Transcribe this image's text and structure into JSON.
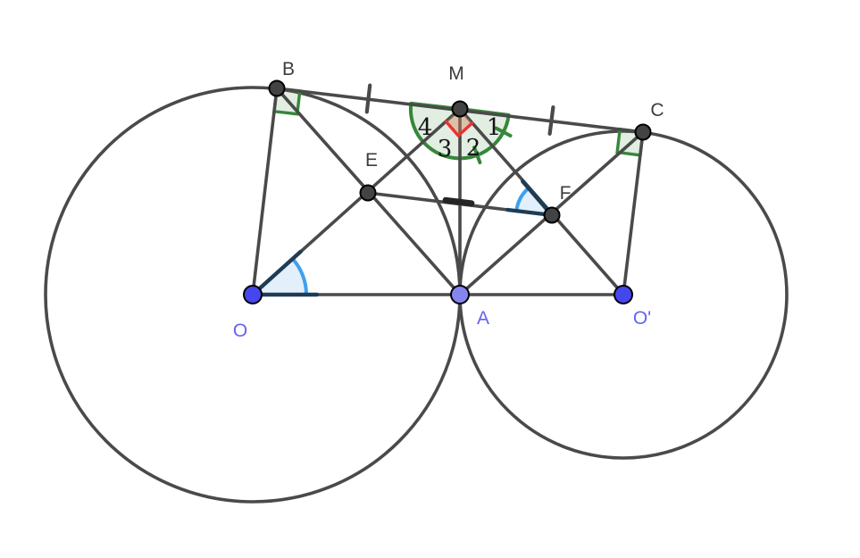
{
  "diagram": {
    "type": "geometry-figure",
    "point_labels": {
      "O": "O",
      "A": "A",
      "O_prime": "O'",
      "B": "B",
      "M": "M",
      "C": "C",
      "E": "E",
      "F": "F"
    },
    "angle_numbers": {
      "n1": "1",
      "n2": "2",
      "n3": "3",
      "n4": "4"
    },
    "colors": {
      "line": "#4a4a4a",
      "dark_point": "#434343",
      "blue_point": "#4646ef",
      "tangent_point": "#8585f0",
      "blue_label": "#6363f5",
      "gray_label": "#3d3d3d",
      "number": "#141414",
      "green": "#36873b",
      "green_fill": "rgba(90,160,90,0.18)",
      "red": "#ee3030",
      "red_fill": "rgba(210,130,90,0.42)",
      "blue": "#3fa0ee",
      "blue_fill": "rgba(80,160,230,0.16)",
      "navy": "#1e3c55",
      "bold_mark": "#252525"
    }
  }
}
